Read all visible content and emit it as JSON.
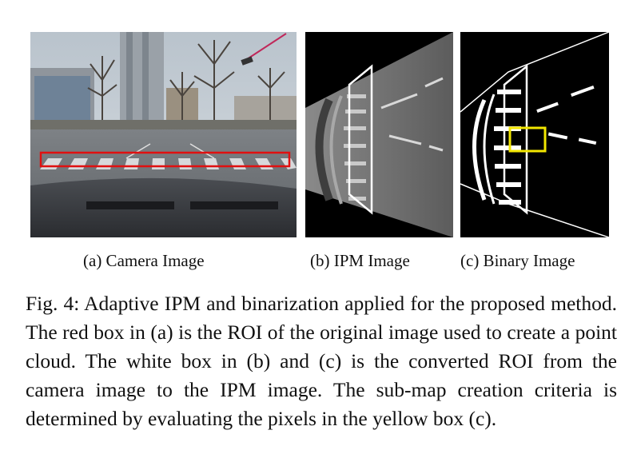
{
  "figure": {
    "subfigures": [
      {
        "id": "a",
        "label": "(a) Camera Image"
      },
      {
        "id": "b",
        "label": "(b) IPM Image"
      },
      {
        "id": "c",
        "label": "(c) Binary Image"
      }
    ],
    "caption": "Fig. 4: Adaptive IPM and binarization applied for the proposed method. The red box in (a) is the ROI of the original image used to create a point cloud. The white box in (b) and (c) is the converted ROI from the camera image to the IPM image. The sub-map creation criteria is determined by evaluating the pixels in the yellow box (c).",
    "colors": {
      "roi_box": "#e01010",
      "converted_roi_box": "#ffffff",
      "criteria_box": "#f2e600"
    }
  }
}
